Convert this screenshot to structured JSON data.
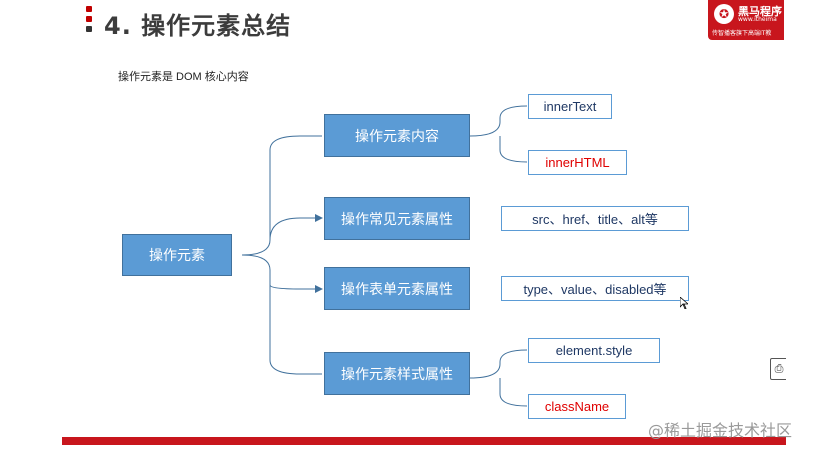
{
  "page": {
    "title": "4. 操作元素总结",
    "subtitle": "操作元素是 DOM 核心内容"
  },
  "logo": {
    "name": "黑马程序",
    "url": "www.itheima",
    "slogan": "传智播客旗下高端IT教"
  },
  "diagram": {
    "root": "操作元素",
    "branches": [
      {
        "label": "操作元素内容",
        "leaves": [
          {
            "text": "innerText",
            "color": "#1f3864"
          },
          {
            "text": "innerHTML",
            "color": "#e00000"
          }
        ]
      },
      {
        "label": "操作常见元素属性",
        "leaves": [
          {
            "text": "src、href、title、alt等",
            "color": "#1f3864"
          }
        ]
      },
      {
        "label": "操作表单元素属性",
        "leaves": [
          {
            "text": "type、value、disabled等",
            "color": "#1f3864"
          }
        ]
      },
      {
        "label": "操作元素样式属性",
        "leaves": [
          {
            "text": "element.style",
            "color": "#1f3864"
          },
          {
            "text": "className",
            "color": "#e00000"
          }
        ]
      }
    ]
  },
  "watermark": "@稀土掘金技术社区",
  "colors": {
    "box_fill": "#5b9bd5",
    "box_border": "#41719c",
    "accent_red": "#c8161d"
  }
}
